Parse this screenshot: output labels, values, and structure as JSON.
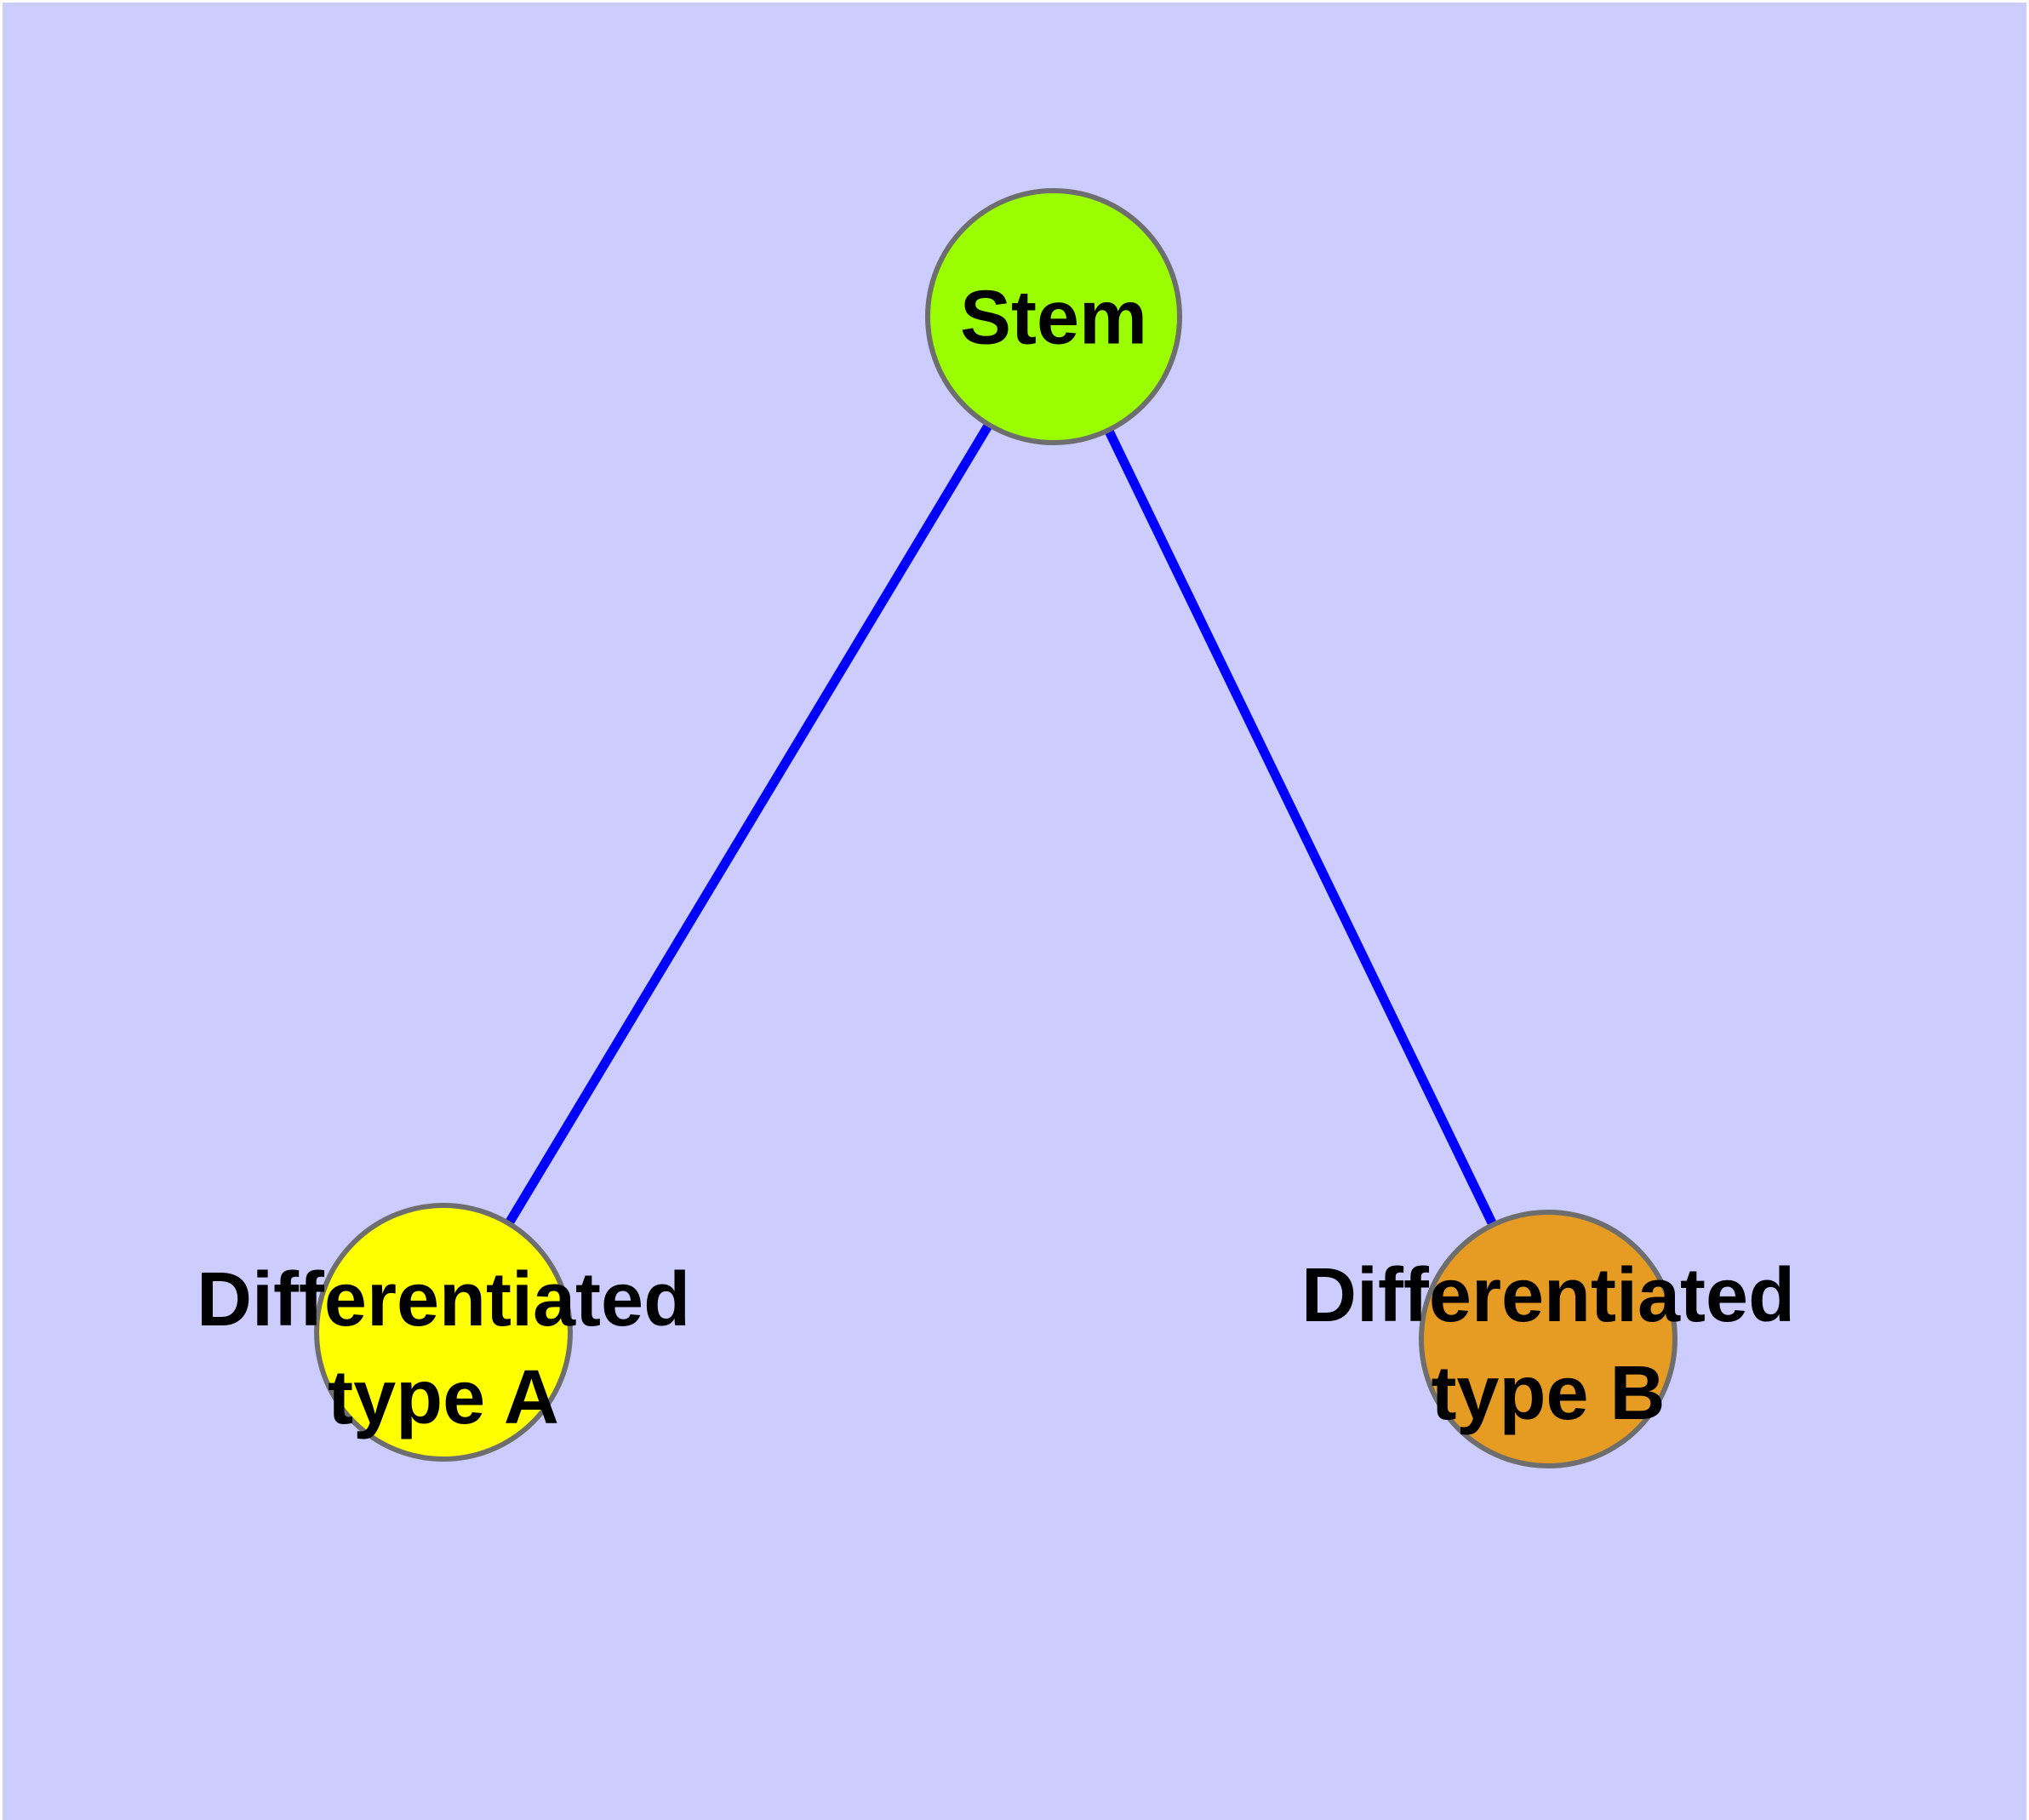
{
  "diagram": {
    "background_color": "#CCCCFF",
    "label_color": "#000000",
    "node_border_color": "#6E6E6E",
    "nodes": [
      {
        "id": "stem",
        "label": "Stem",
        "fill": "#9AFE00"
      },
      {
        "id": "differentiated-type-a",
        "label_lines": [
          "Differentiated",
          "type A"
        ],
        "fill": "#FFFF00"
      },
      {
        "id": "differentiated-type-b",
        "label_lines": [
          "Differentiated",
          "type B"
        ],
        "fill": "#E69B22"
      }
    ],
    "edges": [
      {
        "from": "Stem",
        "to": "Differentiated type A",
        "color": "#0000FF"
      },
      {
        "from": "Stem",
        "to": "Differentiated type B",
        "color": "#0000FF"
      }
    ]
  }
}
